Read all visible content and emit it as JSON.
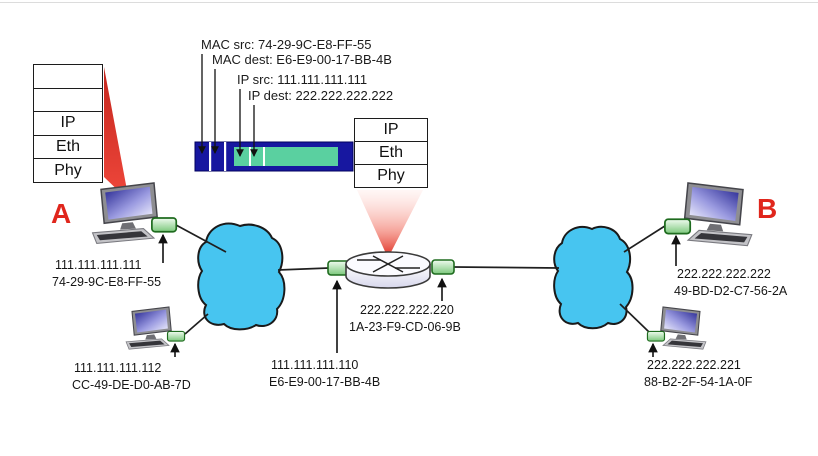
{
  "frame_annotation": {
    "labels": [
      "MAC src: 74-29-9C-E8-FF-55",
      "MAC dest: E6-E9-00-17-BB-4B",
      "IP src: 111.111.111.111",
      "IP dest: 222.222.222.222"
    ]
  },
  "protocol_stacks": {
    "host_a": {
      "rows": [
        "",
        "",
        "IP",
        "Eth",
        "Phy"
      ]
    },
    "router": {
      "rows": [
        "IP",
        "Eth",
        "Phy"
      ]
    }
  },
  "hosts": {
    "a": {
      "letter": "A",
      "ip": "111.111.111.111",
      "mac": "74-29-9C-E8-FF-55"
    },
    "a2": {
      "ip": "111.111.111.112",
      "mac": "CC-49-DE-D0-AB-7D"
    },
    "b": {
      "letter": "B",
      "ip": "222.222.222.222",
      "mac": "49-BD-D2-C7-56-2A"
    },
    "b2": {
      "ip": "222.222.222.221",
      "mac": "88-B2-2F-54-1A-0F"
    }
  },
  "router": {
    "left_interface": {
      "ip": "111.111.111.110",
      "mac": "E6-E9-00-17-BB-4B"
    },
    "right_interface": {
      "ip": "222.222.222.220",
      "mac": "1A-23-F9-CD-06-9B"
    }
  },
  "colors": {
    "frame_header_blue": "#1717a0",
    "frame_payload_green": "#5ad0a0",
    "cloud_blue": "#47c5f0",
    "adapter_green": "#8fd48f",
    "highlight_red": "#e0261c"
  }
}
